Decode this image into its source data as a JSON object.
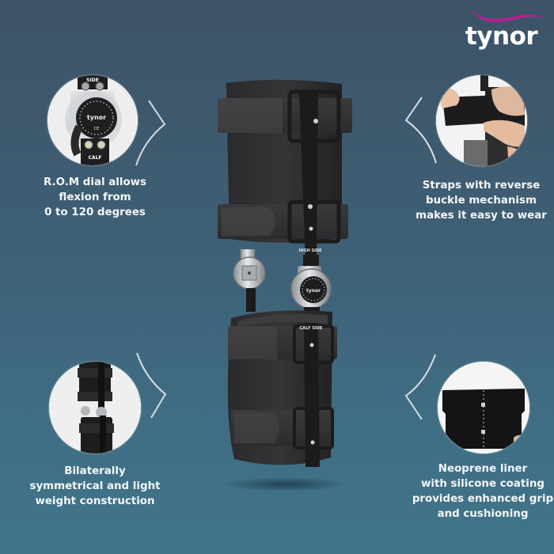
{
  "brand": {
    "name": "tynor",
    "swoosh_color": "#b4208f",
    "text_color": "#ffffff"
  },
  "theme": {
    "background_top": "#3d5367",
    "background_bottom": "#40758a",
    "caption_color": "#f4f6f7",
    "arrow_color": "#d7dde1"
  },
  "product": {
    "name": "ROM knee brace",
    "hinge_labels": {
      "upper": "HIGH SIDE",
      "lower": "CALF SIDE",
      "dial_brand": "tynor"
    }
  },
  "features": [
    {
      "id": "rom-dial",
      "position": "top-left",
      "image_subject": "R.O.M dial close-up",
      "image_labels": [
        "SIDE",
        "CALF",
        "tynor",
        "CE"
      ],
      "lines": [
        "R.O.M dial allows",
        "flexion from",
        "0 to 120 degrees"
      ]
    },
    {
      "id": "reverse-buckle-straps",
      "position": "top-right",
      "image_subject": "hands fastening strap",
      "lines": [
        "Straps with reverse",
        "buckle mechanism",
        "makes it easy to wear"
      ]
    },
    {
      "id": "bilateral-symmetric",
      "position": "bottom-left",
      "image_subject": "full brace side view",
      "lines": [
        "Bilaterally",
        "symmetrical and light",
        "weight construction"
      ]
    },
    {
      "id": "neoprene-liner",
      "position": "bottom-right",
      "image_subject": "neoprene liner held open",
      "lines": [
        "Neoprene liner",
        "with silicone coating",
        "provides enhanced grip",
        "and cushioning"
      ]
    }
  ]
}
